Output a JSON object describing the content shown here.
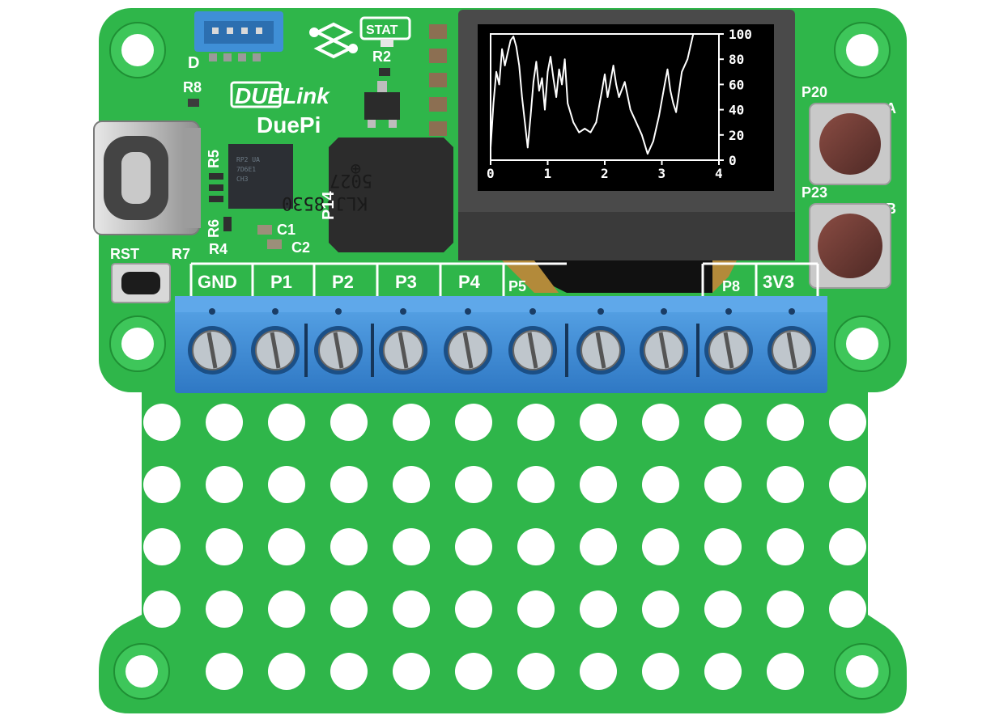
{
  "board": {
    "brand": "DUELink",
    "model": "DuePi",
    "colors": {
      "pcb": "#2fb64a",
      "pcb_dark": "#1f8f34",
      "silk": "#ffffff",
      "terminal": "#3f8fd6",
      "button_cap": "#6b3b34"
    }
  },
  "silkscreen": {
    "r8": "R8",
    "r5": "R5",
    "r6": "R6",
    "r4": "R4",
    "r7": "R7",
    "r2": "R2",
    "c1": "C1",
    "c2": "C2",
    "rst": "RST",
    "stat": "STAT",
    "p14": "P14",
    "d_mark": "D",
    "p20": "P20",
    "p23": "P23",
    "btn_a": "A",
    "btn_b": "B"
  },
  "pin_labels": [
    "GND",
    "P1",
    "P2",
    "P3",
    "P4",
    "P5",
    "P8",
    "3V3"
  ],
  "buzzer": {
    "line1": "5027",
    "line2": "KLJ-8530",
    "plus": "⊕"
  },
  "oled": {
    "x_ticks": [
      "0",
      "1",
      "2",
      "3",
      "4"
    ],
    "y_ticks": [
      "100",
      "80",
      "60",
      "40",
      "20",
      "0"
    ]
  },
  "chart_data": {
    "type": "line",
    "title": "",
    "xlabel": "",
    "ylabel": "",
    "xlim": [
      0,
      4
    ],
    "ylim": [
      0,
      100
    ],
    "series": [
      {
        "values": [
          [
            0.0,
            10
          ],
          [
            0.05,
            45
          ],
          [
            0.1,
            70
          ],
          [
            0.15,
            60
          ],
          [
            0.2,
            88
          ],
          [
            0.25,
            75
          ],
          [
            0.3,
            85
          ],
          [
            0.35,
            95
          ],
          [
            0.4,
            98
          ],
          [
            0.45,
            90
          ],
          [
            0.5,
            75
          ],
          [
            0.55,
            50
          ],
          [
            0.6,
            30
          ],
          [
            0.65,
            10
          ],
          [
            0.7,
            35
          ],
          [
            0.75,
            62
          ],
          [
            0.8,
            78
          ],
          [
            0.85,
            55
          ],
          [
            0.9,
            65
          ],
          [
            0.95,
            40
          ],
          [
            1.0,
            70
          ],
          [
            1.05,
            82
          ],
          [
            1.1,
            65
          ],
          [
            1.15,
            50
          ],
          [
            1.2,
            72
          ],
          [
            1.25,
            60
          ],
          [
            1.3,
            80
          ],
          [
            1.35,
            45
          ],
          [
            1.45,
            30
          ],
          [
            1.55,
            22
          ],
          [
            1.65,
            25
          ],
          [
            1.75,
            22
          ],
          [
            1.85,
            30
          ],
          [
            1.95,
            55
          ],
          [
            2.0,
            68
          ],
          [
            2.05,
            50
          ],
          [
            2.1,
            62
          ],
          [
            2.15,
            75
          ],
          [
            2.2,
            60
          ],
          [
            2.25,
            50
          ],
          [
            2.35,
            62
          ],
          [
            2.45,
            40
          ],
          [
            2.55,
            30
          ],
          [
            2.65,
            20
          ],
          [
            2.75,
            5
          ],
          [
            2.85,
            15
          ],
          [
            2.95,
            35
          ],
          [
            3.05,
            60
          ],
          [
            3.1,
            72
          ],
          [
            3.15,
            55
          ],
          [
            3.2,
            45
          ],
          [
            3.25,
            38
          ],
          [
            3.35,
            70
          ],
          [
            3.45,
            80
          ],
          [
            3.55,
            100
          ]
        ]
      }
    ],
    "grid": false
  }
}
